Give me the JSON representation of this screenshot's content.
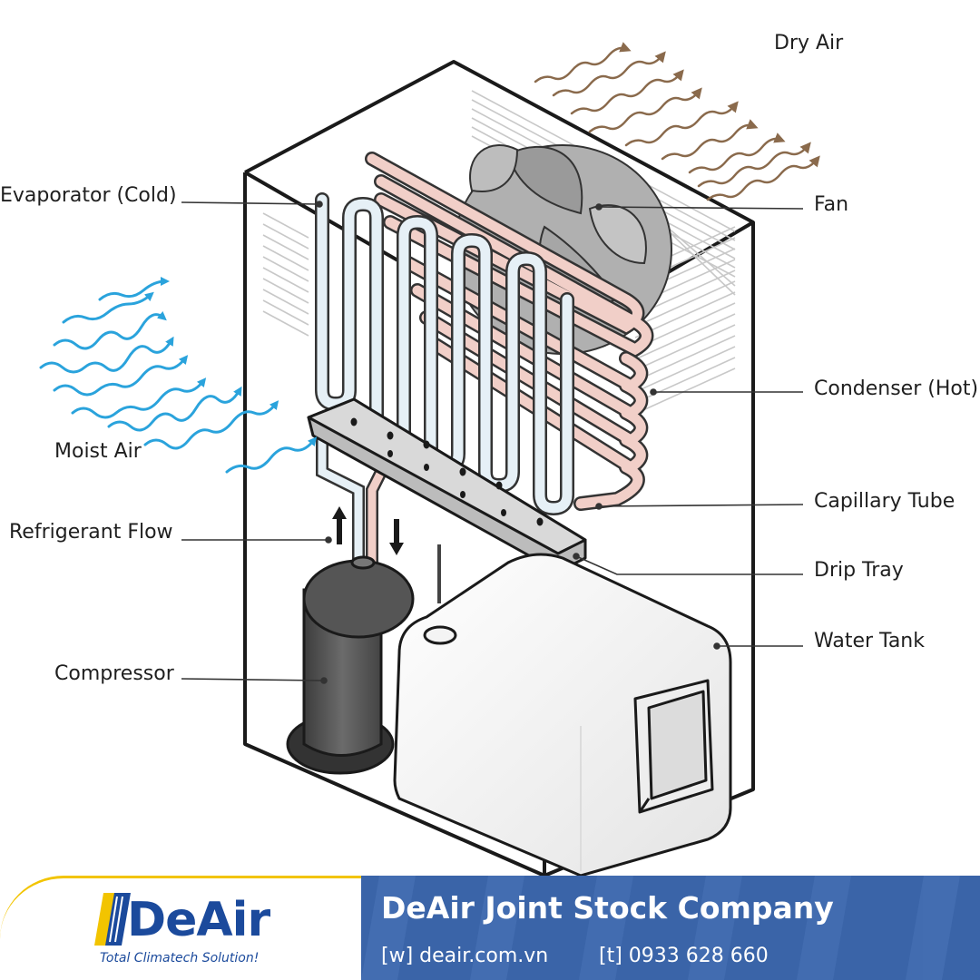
{
  "labels": {
    "dry_air": "Dry Air",
    "evaporator": "Evaporator (Cold)",
    "fan": "Fan",
    "condenser": "Condenser (Hot)",
    "moist_air": "Moist Air",
    "capillary_tube": "Capillary Tube",
    "refrigerant_flow": "Refrigerant Flow",
    "drip_tray": "Drip Tray",
    "water_tank": "Water Tank",
    "compressor": "Compressor"
  },
  "footer": {
    "logo_text": "DeAir",
    "tagline": "Total Climatech Solution!",
    "company": "DeAir Joint Stock Company",
    "website": "[w] deair.com.vn",
    "phone": "[t] 0933 628 660"
  },
  "colors": {
    "cold_air": "#2aa3dc",
    "dry_air": "#8a6a4c",
    "condenser_coil": "#f1cfc8",
    "evaporator_coil": "#e6f0f6",
    "footer_blue": "#3a64a8",
    "brand_blue": "#1b4a9c",
    "brand_yellow": "#f2c400"
  }
}
